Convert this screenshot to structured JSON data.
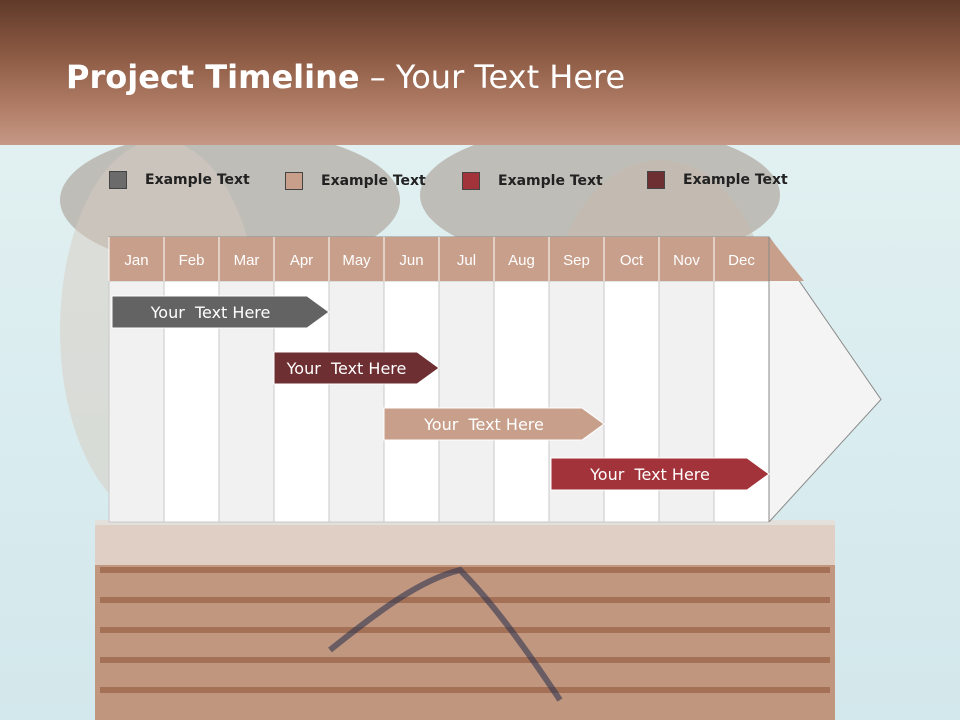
{
  "title": {
    "bold": "Project Timeline",
    "rest": " – Your Text Here"
  },
  "legend": [
    {
      "label": "Example Text",
      "color": "#6b6b6b"
    },
    {
      "label": "Example Text",
      "color": "#c89f8b"
    },
    {
      "label": "Example Text",
      "color": "#a3333a"
    },
    {
      "label": "Example Text",
      "color": "#6e2f33"
    }
  ],
  "chart_data": {
    "type": "table",
    "months": [
      "Jan",
      "Feb",
      "Mar",
      "Apr",
      "May",
      "Jun",
      "Jul",
      "Aug",
      "Sep",
      "Oct",
      "Nov",
      "Dec"
    ],
    "tasks": [
      {
        "label": "Your  Text Here",
        "start_month": "Jan",
        "end_month": "Apr",
        "color": "#636363"
      },
      {
        "label": "Your  Text Here",
        "start_month": "Apr",
        "end_month": "Jun",
        "color": "#6e2f33"
      },
      {
        "label": "Your  Text Here",
        "start_month": "Jun",
        "end_month": "Sep",
        "color": "#c89f8b"
      },
      {
        "label": "Your  Text Here",
        "start_month": "Sep",
        "end_month": "Dec",
        "color": "#a3333a"
      }
    ],
    "header_color": "#c89f8b"
  }
}
